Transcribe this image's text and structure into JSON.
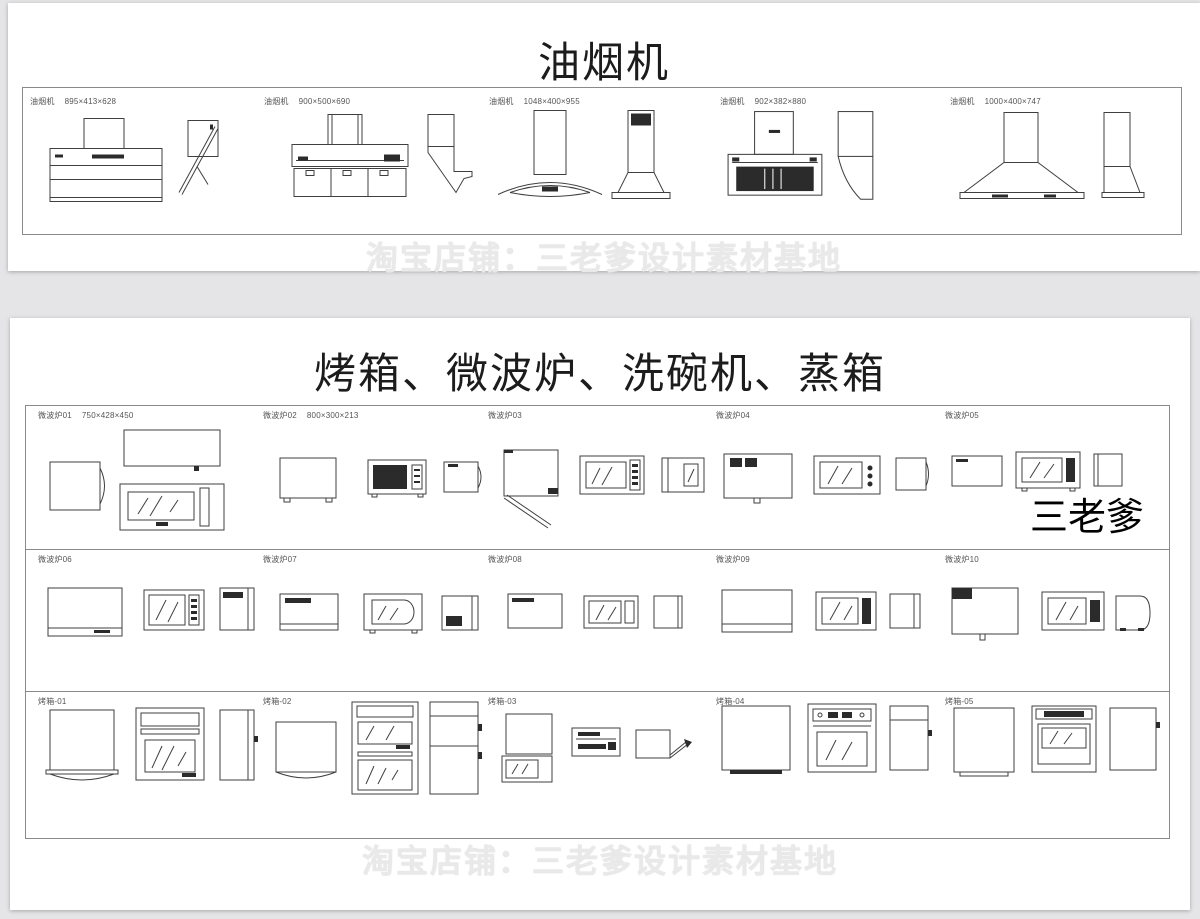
{
  "watermark": {
    "text": "淘宝店铺：三老爹设计素材基地"
  },
  "brand_overlay": {
    "text": "三老爹"
  },
  "panel1": {
    "title": "油烟机",
    "items": [
      {
        "label": "油烟机",
        "size": "895×413×628"
      },
      {
        "label": "油烟机",
        "size": "900×500×690"
      },
      {
        "label": "油烟机",
        "size": "1048×400×955"
      },
      {
        "label": "油烟机",
        "size": "902×382×880"
      },
      {
        "label": "油烟机",
        "size": "1000×400×747"
      }
    ]
  },
  "panel2": {
    "title": "烤箱、微波炉、洗碗机、蒸箱",
    "rows": [
      {
        "cells": [
          {
            "label": "微波炉01",
            "size": "750×428×450"
          },
          {
            "label": "微波炉02",
            "size": "800×300×213"
          },
          {
            "label": "微波炉03",
            "size": ""
          },
          {
            "label": "微波炉04",
            "size": ""
          },
          {
            "label": "微波炉05",
            "size": ""
          }
        ]
      },
      {
        "cells": [
          {
            "label": "微波炉06",
            "size": ""
          },
          {
            "label": "微波炉07",
            "size": ""
          },
          {
            "label": "微波炉08",
            "size": ""
          },
          {
            "label": "微波炉09",
            "size": ""
          },
          {
            "label": "微波炉10",
            "size": ""
          }
        ]
      },
      {
        "cells": [
          {
            "label": "烤箱-01",
            "size": ""
          },
          {
            "label": "烤箱-02",
            "size": ""
          },
          {
            "label": "烤箱-03",
            "size": ""
          },
          {
            "label": "烤箱-04",
            "size": ""
          },
          {
            "label": "烤箱-05",
            "size": ""
          }
        ]
      }
    ]
  }
}
